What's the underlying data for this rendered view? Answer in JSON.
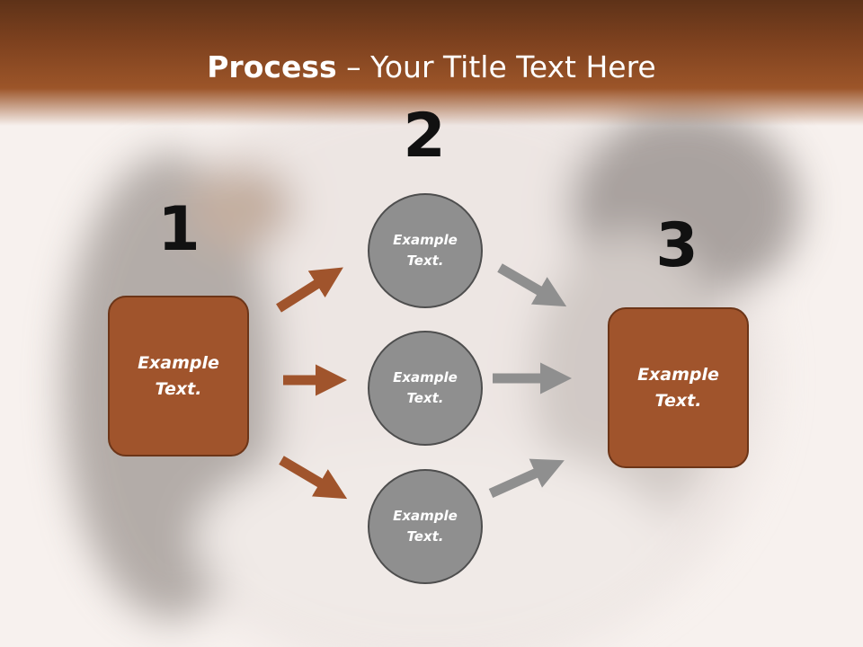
{
  "title": {
    "bold": "Process",
    "rest": " – Your Title Text Here"
  },
  "steps": {
    "one": "1",
    "two": "2",
    "three": "3"
  },
  "left_box": {
    "text": "Example\nText."
  },
  "right_box": {
    "text": "Example\nText."
  },
  "circles": [
    {
      "text": "Example\nText."
    },
    {
      "text": "Example\nText."
    },
    {
      "text": "Example\nText."
    }
  ],
  "colors": {
    "header": "#8a4622",
    "box_fill": "#a0542c",
    "box_border": "#6c3518",
    "circle_fill": "#8f8f8f",
    "circle_border": "#4e4e4e",
    "brown_arrow": "#a0542c",
    "gray_arrow": "#8f8f8f"
  }
}
